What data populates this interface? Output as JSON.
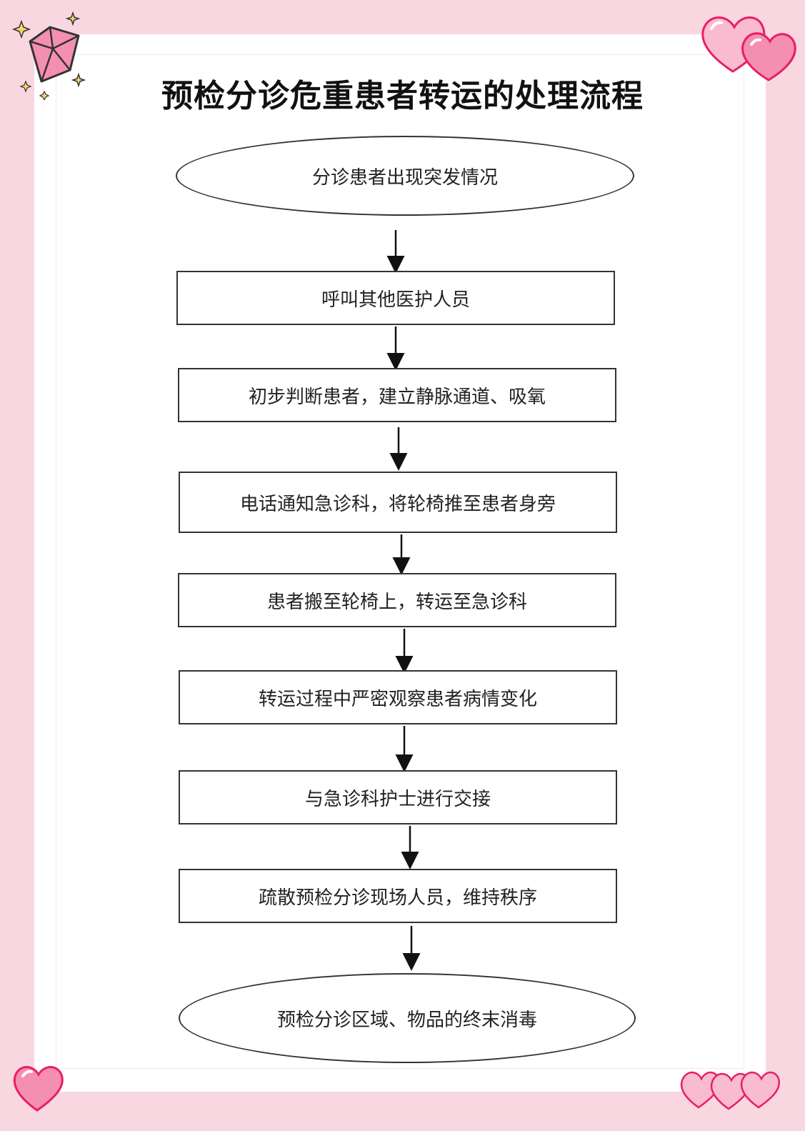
{
  "title": "预检分诊危重患者转运的处理流程",
  "steps": [
    {
      "label": "分诊患者出现突发情况",
      "shape": "oval"
    },
    {
      "label": "呼叫其他医护人员",
      "shape": "rect"
    },
    {
      "label": "初步判断患者，建立静脉通道、吸氧",
      "shape": "rect"
    },
    {
      "label": "电话通知急诊科，将轮椅推至患者身旁",
      "shape": "rect"
    },
    {
      "label": "患者搬至轮椅上，转运至急诊科",
      "shape": "rect"
    },
    {
      "label": "转运过程中严密观察患者病情变化",
      "shape": "rect"
    },
    {
      "label": "与急诊科护士进行交接",
      "shape": "rect"
    },
    {
      "label": "疏散预检分诊现场人员，维持秩序",
      "shape": "rect"
    },
    {
      "label": "预检分诊区域、物品的终末消毒",
      "shape": "oval"
    }
  ],
  "colors": {
    "background": "#f9d7e0",
    "paper": "#ffffff",
    "heart": "#f48fb1",
    "heart_dark": "#e91e63",
    "diamond": "#f06292",
    "sparkle": "#f5d76e",
    "line": "#111111"
  },
  "icons": [
    "diamond-icon",
    "sparkle-icon",
    "heart-icon"
  ]
}
